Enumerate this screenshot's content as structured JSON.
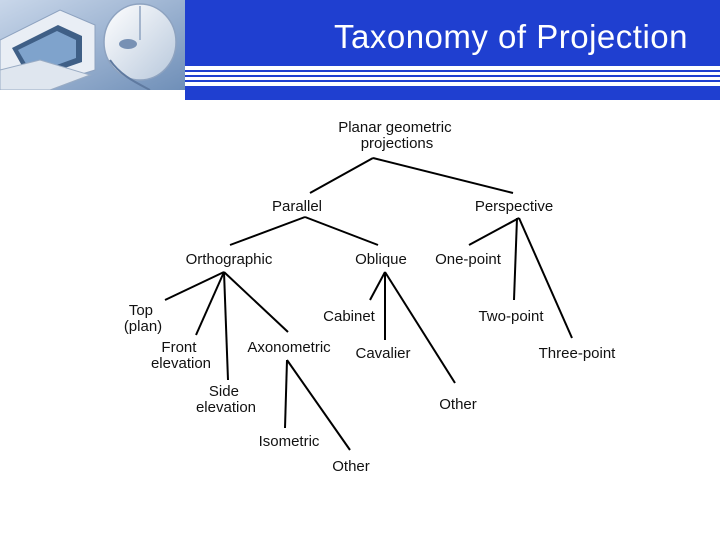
{
  "slide": {
    "title": "Taxonomy of Projection"
  },
  "colors": {
    "accent": "#1f3fd0",
    "text": "#111111",
    "line": "#000000"
  },
  "header_image": {
    "icon": "computer-mouse-photo"
  },
  "diagram": {
    "nodes": {
      "planar": [
        "Planar geometric",
        "projections"
      ],
      "parallel": [
        "Parallel"
      ],
      "perspective": [
        "Perspective"
      ],
      "orthographic": [
        "Orthographic"
      ],
      "oblique": [
        "Oblique"
      ],
      "one_point": [
        "One-point"
      ],
      "top": [
        "Top",
        "(plan)"
      ],
      "front": [
        "Front",
        "elevation"
      ],
      "side": [
        "Side",
        "elevation"
      ],
      "axonometric": [
        "Axonometric"
      ],
      "cabinet": [
        "Cabinet"
      ],
      "cavalier": [
        "Cavalier"
      ],
      "other_oblique": [
        "Other"
      ],
      "two_point": [
        "Two-point"
      ],
      "three_point": [
        "Three-point"
      ],
      "isometric": [
        "Isometric"
      ],
      "other_axonometric": [
        "Other"
      ]
    }
  }
}
